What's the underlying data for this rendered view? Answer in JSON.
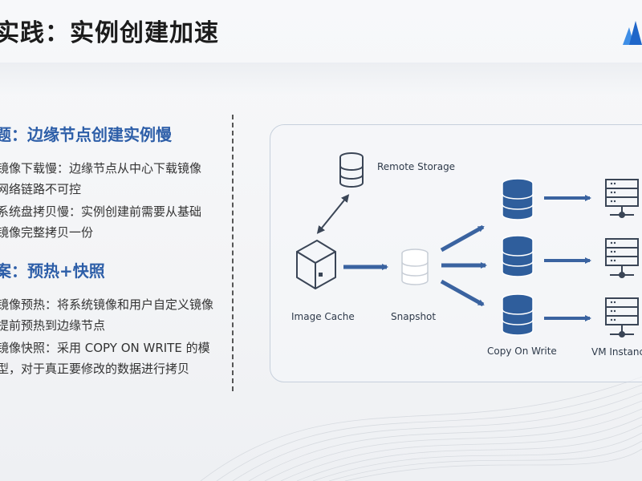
{
  "title": "实践：实例创建加速",
  "problem": {
    "heading": "题：边缘节点创建实例慢",
    "lines": [
      "镜像下载慢：边缘节点从中心下载镜像",
      "网络链路不可控",
      "系统盘拷贝慢：实例创建前需要从基础",
      "镜像完整拷贝一份"
    ]
  },
  "solution": {
    "heading": "案：预热+快照",
    "lines": [
      "镜像预热：将系统镜像和用户自定义镜像",
      "提前预热到边缘节点",
      "镜像快照：采用 COPY ON WRITE 的模",
      "型，对于真正要修改的数据进行拷贝"
    ]
  },
  "diagram": {
    "remote_storage": "Remote Storage",
    "image_cache": "Image Cache",
    "snapshot": "Snapshot",
    "copy_on_write": "Copy On Write",
    "vm_instance": "VM Instanc"
  },
  "colors": {
    "accent": "#2d5ea8",
    "db_dark": "#2f5e9c",
    "arrow": "#3a63a0"
  }
}
